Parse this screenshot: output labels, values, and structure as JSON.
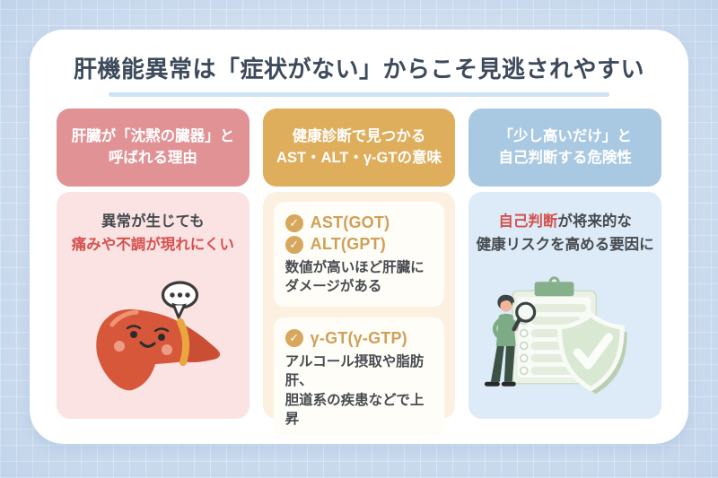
{
  "title": {
    "text": "肝機能異常は「症状がない」からこそ見逃されやすい"
  },
  "columns": [
    {
      "header": {
        "line1": "肝臓が「沈黙の臓器」と",
        "line2": "呼ばれる理由"
      },
      "body": {
        "line1": "異常が生じても",
        "line2": "痛みや不調が現れにくい",
        "illustration": "liver-character-with-speech-bubble"
      }
    },
    {
      "header": {
        "line1": "健康診断で見つかる",
        "line2": "AST・ALT・γ-GTの意味"
      },
      "body": {
        "cards": [
          {
            "items": [
              "AST(GOT)",
              "ALT(GPT)"
            ],
            "desc_line1": "数値が高いほど肝臓に",
            "desc_line2": "ダメージがある"
          },
          {
            "items": [
              "γ-GT(γ-GTP)"
            ],
            "desc_line1": "アルコール摂取や脂肪肝、",
            "desc_line2": "胆道系の疾患などで上昇"
          }
        ]
      }
    },
    {
      "header": {
        "line1": "「少し高いだけ」と",
        "line2": "自己判断する危険性"
      },
      "body": {
        "highlight": "自己判断",
        "line1_rest": "が将来的な",
        "line2": "健康リスクを高める要因に",
        "illustration": "health-check-shield-person"
      }
    }
  ],
  "icons": {
    "check_glyph": "✓"
  },
  "colors": {
    "page_background": "#d5e3f2",
    "card_background": "#ffffff",
    "title_text": "#3d4a5b",
    "title_underline": "#cfe2f3",
    "col1_header_bg": "#e19295",
    "col1_body_bg": "#fae3e2",
    "col2_header_bg": "#dfae5d",
    "col2_body_bg": "#fcf1e1",
    "col3_header_bg": "#a9c9e2",
    "col3_body_bg": "#dcebf7",
    "emphasis_red": "#d5514e",
    "gold_text": "#cfa057",
    "check_circle": "#d6a75c",
    "body_text": "#474b50",
    "liver_main": "#d7573b",
    "liver_band": "#e9a73d",
    "illustration_green": "#7dab85"
  }
}
